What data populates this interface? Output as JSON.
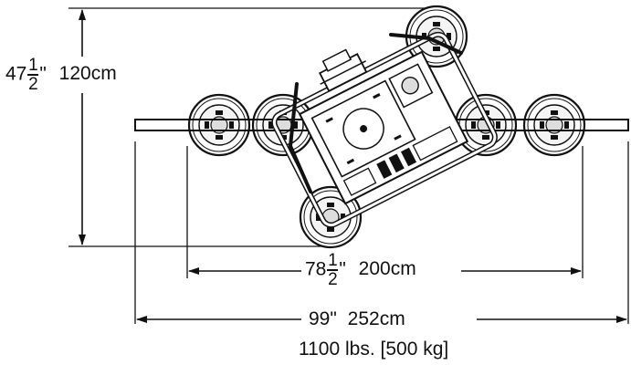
{
  "dimensions": {
    "height": {
      "whole": "47",
      "num": "1",
      "den": "2",
      "unit": "\"",
      "metric": "120cm"
    },
    "width_pads": {
      "whole": "78",
      "num": "1",
      "den": "2",
      "unit": "\"",
      "metric": "200cm"
    },
    "width_total": {
      "label": "99\"",
      "metric": "252cm"
    }
  },
  "capacity": "1100 lbs. [500 kg]",
  "colors": {
    "line": "#111111",
    "background": "#ffffff",
    "hub": "#dddddd"
  }
}
